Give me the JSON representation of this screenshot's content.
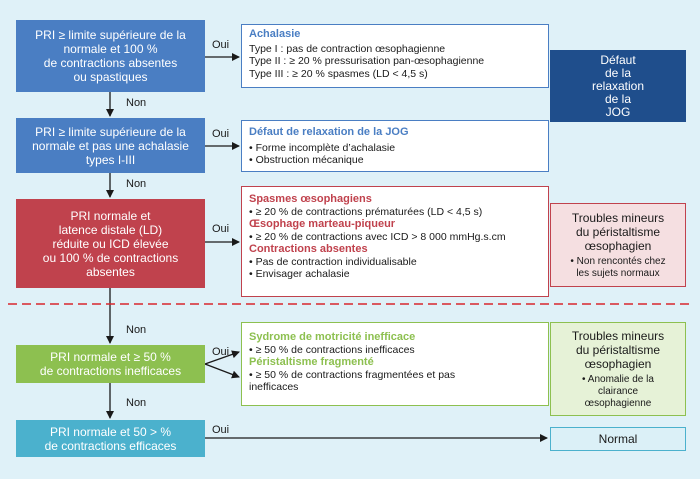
{
  "decisions": [
    {
      "lines": [
        "PRI ≥ limite supérieure de la",
        "normale et 100 %",
        "de contractions absentes",
        "ou spastiques"
      ]
    },
    {
      "lines": [
        "PRI ≥ limite supérieure de la",
        "normale et pas une achalasie",
        "types I-III"
      ]
    },
    {
      "lines": [
        "PRI normale et",
        "latence distale (LD)",
        "réduite ou ICD élevée",
        "ou 100 % de contractions",
        "absentes"
      ]
    },
    {
      "lines": [
        "PRI normale et ≥ 50 %",
        "de contractions inefficaces"
      ]
    },
    {
      "lines": [
        "PRI normale et 50 > %",
        "de contractions efficaces"
      ]
    }
  ],
  "labels": {
    "oui": "Oui",
    "non": "Non"
  },
  "achalasie": {
    "title": "Achalasie",
    "lines": [
      "Type I :  pas de contraction œsophagienne",
      "Type II : ≥ 20 % pressurisation pan-œsophagienne",
      "Type III : ≥ 20 % spasmes (LD < 4,5 s)"
    ]
  },
  "jog": {
    "title": "Défaut de relaxation de la JOG",
    "lines": [
      "• Forme incomplète d’achalasie",
      "• Obstruction mécanique"
    ]
  },
  "spasmes": {
    "title1": "Spasmes œsophagiens",
    "line1": "• ≥ 20 % de contractions prématurées (LD < 4,5 s)",
    "title2": "Œsophage marteau-piqueur",
    "line2": "• ≥ 20 % de contractions avec ICD > 8 000 mmHg.s.cm",
    "title3": "Contractions absentes",
    "line3": "• Pas de contraction individualisable",
    "line4": "• Envisager achalasie"
  },
  "motricite": {
    "title1": "Sydrome de motricité inefficace",
    "line1": "• ≥ 50 % de contractions inefficaces",
    "title2": "Péristaltisme fragmenté",
    "line2a": "• ≥ 50 % de contractions fragmentées et pas",
    "line2b": "inefficaces"
  },
  "normal": "Normal",
  "side": {
    "defaut": [
      "Défaut",
      "de la",
      "relaxation",
      "de la",
      "JOG"
    ],
    "troubles1": {
      "title": [
        "Troubles mineurs",
        "du péristaltisme",
        "œsophagien"
      ],
      "bullets": [
        "• Non rencontés chez",
        "les sujets normaux"
      ]
    },
    "troubles2": {
      "title": [
        "Troubles mineurs",
        "du péristaltisme",
        "œsophagien"
      ],
      "bullets": [
        "• Anomalie de la",
        "clairance",
        "œsophagienne"
      ]
    }
  },
  "colors": {
    "blue": "#4a7ec3",
    "red": "#c0424d",
    "green": "#8dc050",
    "teal": "#4bb1cd",
    "navy": "#1f4e8c",
    "background": "#dff1f8"
  }
}
